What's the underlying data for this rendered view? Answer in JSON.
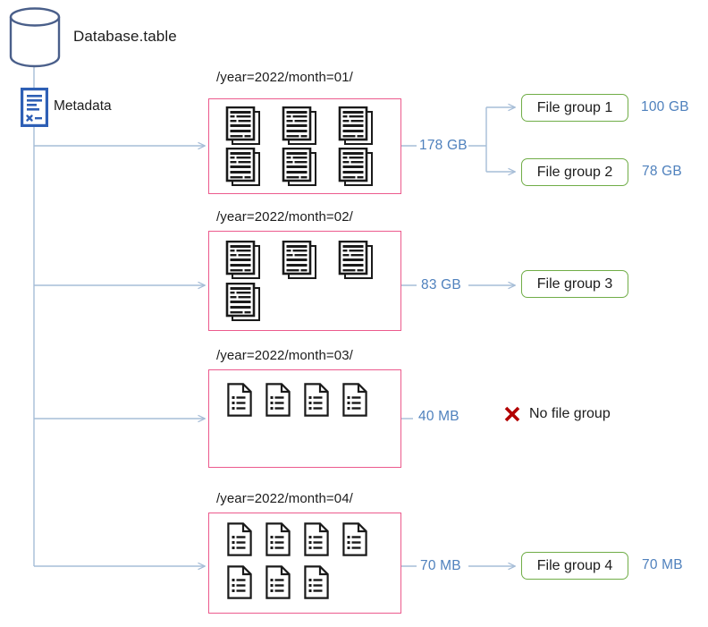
{
  "diagram": {
    "title": "Database.table",
    "metadata_label": "Metadata",
    "no_file_group_label": "No file group",
    "colors": {
      "partition_border": "#ec5a8d",
      "filegroup_border": "#70ad47",
      "connector": "#a6bdd7",
      "size_text": "#4f81bd",
      "db_icon": "#4a5f8a",
      "metadata_icon": "#2e5fb5",
      "x_mark": "#b20000",
      "document_icon": "#1a1a1a"
    },
    "icons": {
      "database": "database-cylinder-icon",
      "metadata": "metadata-document-icon",
      "document_stack": "document-stack-icon",
      "small_file": "small-file-icon",
      "x": "red-x-icon"
    },
    "partitions": [
      {
        "path": "/year=2022/month=01/",
        "size": "178 GB",
        "icon_type": "document-stack-icon",
        "icon_count": 6,
        "icons_per_row": 3,
        "file_groups": [
          {
            "label": "File group 1",
            "size": "100 GB"
          },
          {
            "label": "File group 2",
            "size": "78 GB"
          }
        ]
      },
      {
        "path": "/year=2022/month=02/",
        "size": "83 GB",
        "icon_type": "document-stack-icon",
        "icon_count": 4,
        "icons_per_row": 3,
        "file_groups": [
          {
            "label": "File group 3",
            "size": ""
          }
        ]
      },
      {
        "path": "/year=2022/month=03/",
        "size": "40 MB",
        "icon_type": "small-file-icon",
        "icon_count": 4,
        "icons_per_row": 4,
        "file_groups": [],
        "no_file_group": true
      },
      {
        "path": "/year=2022/month=04/",
        "size": "70 MB",
        "icon_type": "small-file-icon",
        "icon_count": 7,
        "icons_per_row": 4,
        "file_groups": [
          {
            "label": "File group 4",
            "size": "70 MB"
          }
        ]
      }
    ]
  }
}
